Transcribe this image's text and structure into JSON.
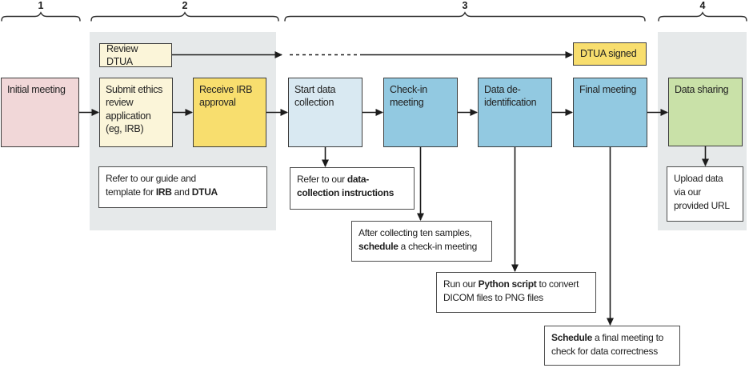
{
  "figure": {
    "background": "#ffffff",
    "panel_fill": "#e6e9ea",
    "line_color": "#1c1c1c",
    "border_color": "#3d3d3d"
  },
  "phases": [
    {
      "number": "1"
    },
    {
      "number": "2"
    },
    {
      "number": "3"
    },
    {
      "number": "4"
    }
  ],
  "nodes": {
    "initial_meeting": {
      "label": "Initial meeting",
      "fill": "#f1d7d8"
    },
    "review_dtua": {
      "label": "Review DTUA",
      "fill": "#fbf5d9"
    },
    "submit_ethics": {
      "label": "Submit ethics\nreview\napplication\n(eg, IRB)",
      "fill": "#fbf5d9"
    },
    "receive_irb": {
      "label": "Receive IRB\napproval",
      "fill": "#f8de6e"
    },
    "start_collection": {
      "label": "Start data\ncollection",
      "fill": "#d9e9f2"
    },
    "checkin_meeting": {
      "label": "Check-in\nmeeting",
      "fill": "#92c9e1"
    },
    "deidentification": {
      "label": "Data de-\nidentification",
      "fill": "#92c9e1"
    },
    "final_meeting": {
      "label": "Final meeting",
      "fill": "#92c9e1"
    },
    "dtua_signed": {
      "label": "DTUA signed",
      "fill": "#f8de6e"
    },
    "data_sharing": {
      "label": "Data sharing",
      "fill": "#c9e1a8"
    }
  },
  "annotations": {
    "irb_dtua_guide": {
      "segments": [
        {
          "text": "Refer to our guide and\ntemplate for ",
          "bold": false
        },
        {
          "text": "IRB",
          "bold": true
        },
        {
          "text": " and ",
          "bold": false
        },
        {
          "text": "DTUA",
          "bold": true
        }
      ]
    },
    "data_collection_instructions": {
      "segments": [
        {
          "text": "Refer to our ",
          "bold": false
        },
        {
          "text": "data-\ncollection instructions",
          "bold": true
        }
      ]
    },
    "schedule_checkin": {
      "segments": [
        {
          "text": "After collecting ten samples,\n",
          "bold": false
        },
        {
          "text": "schedule",
          "bold": true
        },
        {
          "text": " a check-in meeting",
          "bold": false
        }
      ]
    },
    "python_script": {
      "segments": [
        {
          "text": "Run our ",
          "bold": false
        },
        {
          "text": "Python script",
          "bold": true
        },
        {
          "text": " to convert\nDICOM files to PNG files",
          "bold": false
        }
      ]
    },
    "schedule_final": {
      "segments": [
        {
          "text": "Schedule",
          "bold": true
        },
        {
          "text": " a final meeting to\ncheck for data correctness",
          "bold": false
        }
      ]
    },
    "upload_data": {
      "segments": [
        {
          "text": "Upload data\nvia our\nprovided URL",
          "bold": false
        }
      ]
    }
  }
}
